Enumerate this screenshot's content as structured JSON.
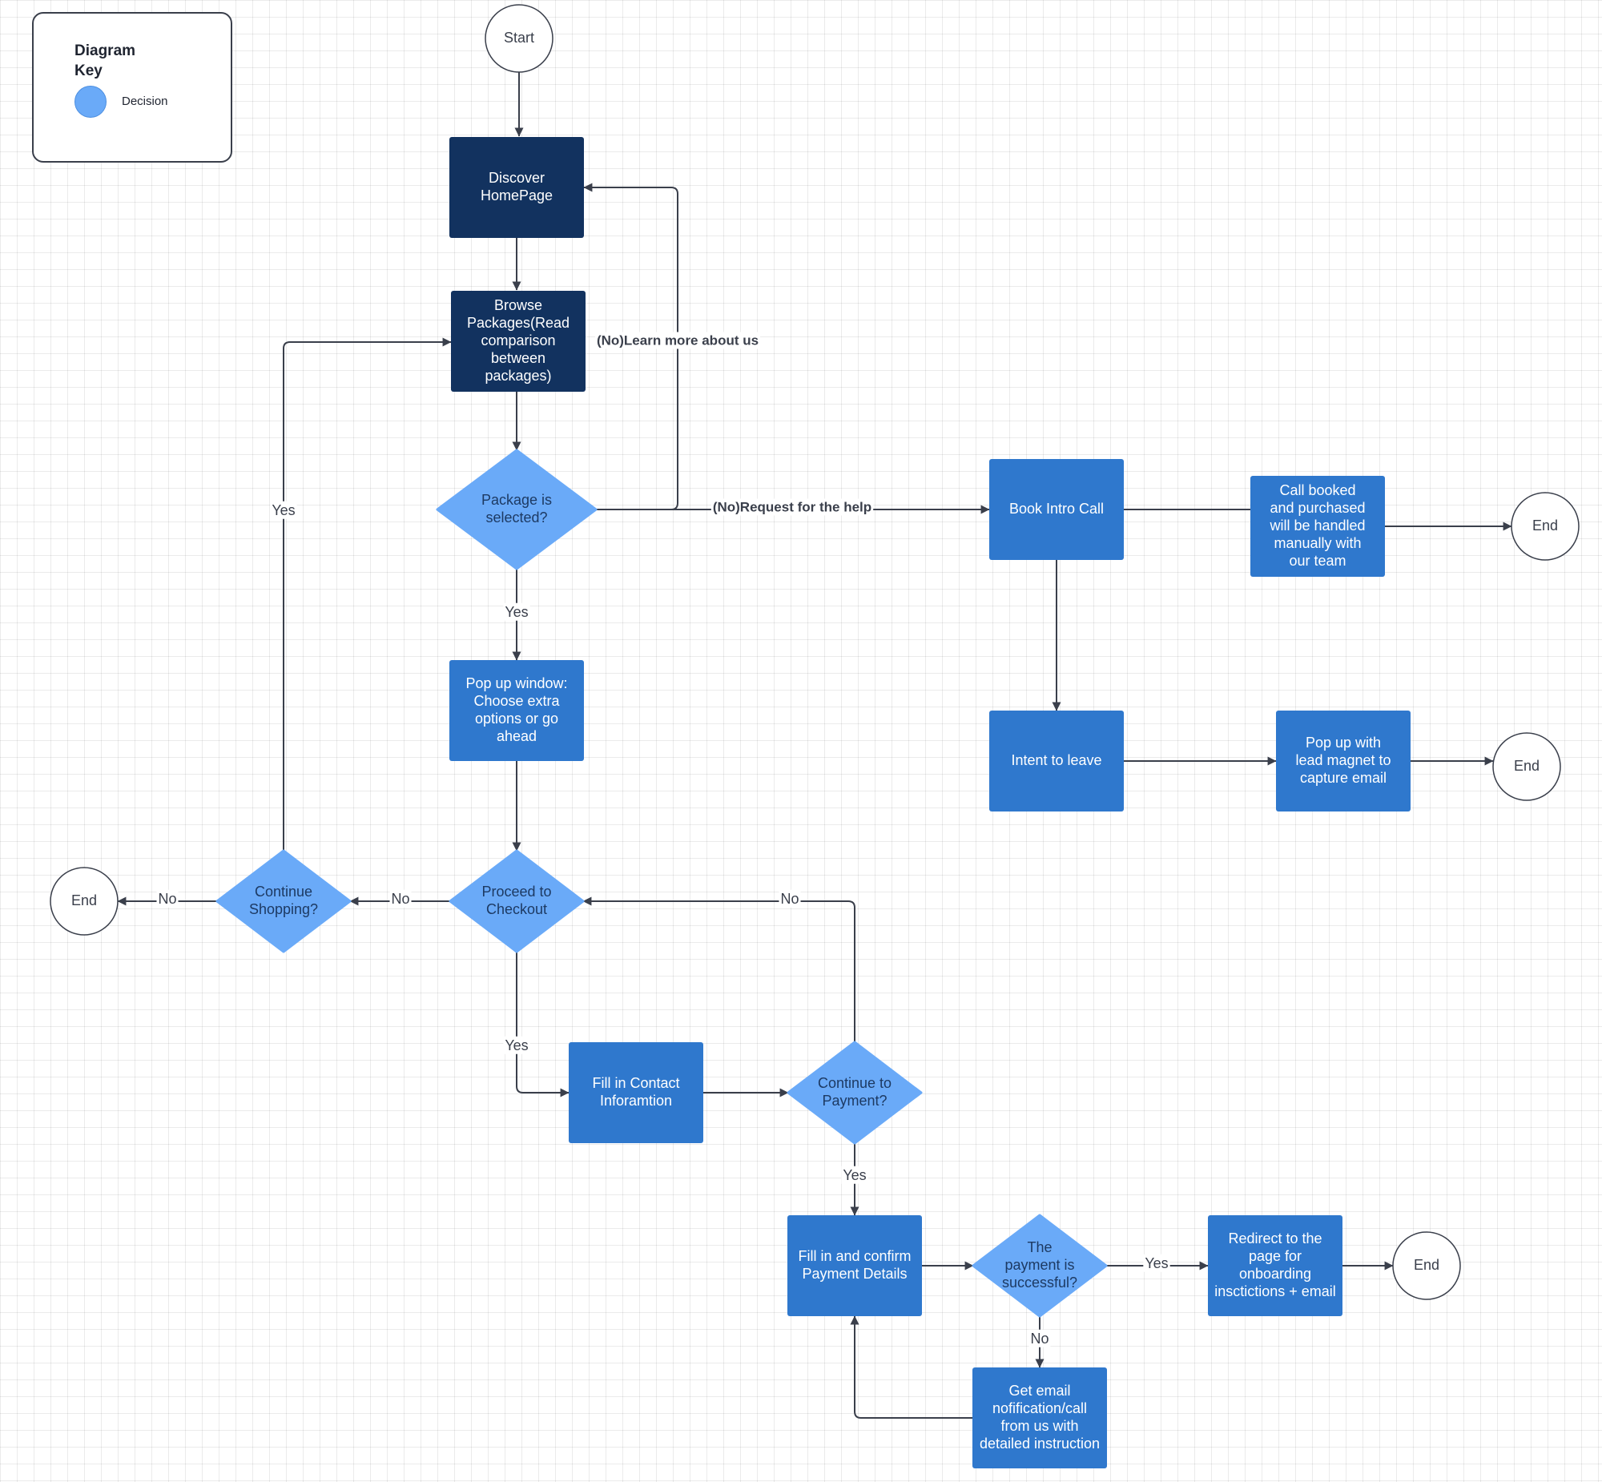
{
  "legend": {
    "title": "Diagram Key",
    "items": [
      {
        "label": "Decision",
        "color": "#6aaaf8"
      }
    ]
  },
  "colors": {
    "dark_process": "#12325f",
    "process": "#2f78cd",
    "decision": "#6aaaf8",
    "terminal_border": "#3a3f4b",
    "connector": "#3a3f4b"
  },
  "nodes": {
    "start": {
      "shape": "terminal",
      "label": "Start"
    },
    "discover": {
      "shape": "dark-process",
      "label": "Discover HomePage"
    },
    "browse": {
      "shape": "dark-process",
      "label": "Browse Packages(Read comparison between packages)"
    },
    "package_selected": {
      "shape": "decision",
      "label": "Package is selected?"
    },
    "popup_options": {
      "shape": "process",
      "label": "Pop up window: Choose extra options or go ahead"
    },
    "proceed_checkout": {
      "shape": "decision",
      "label": "Proceed to Checkout"
    },
    "continue_shopping": {
      "shape": "decision",
      "label": "Continue Shopping?"
    },
    "end_left": {
      "shape": "terminal",
      "label": "End"
    },
    "fill_contact": {
      "shape": "process",
      "label": "Fill in Contact Inforamtion"
    },
    "continue_payment": {
      "shape": "decision",
      "label": "Continue to Payment?"
    },
    "fill_payment": {
      "shape": "process",
      "label": "Fill in and confirm Payment Details"
    },
    "payment_success": {
      "shape": "decision",
      "label": "The payment is successful?"
    },
    "redirect_onboarding": {
      "shape": "process",
      "label": "Redirect to the page for onboarding insctictions + email"
    },
    "end_payment": {
      "shape": "terminal",
      "label": "End"
    },
    "email_notification": {
      "shape": "process",
      "label": "Get email nofification/call from us with detailed instruction"
    },
    "book_intro": {
      "shape": "process",
      "label": "Book Intro Call"
    },
    "call_booked": {
      "shape": "process",
      "label": "Call booked and purchased will be handled manually with our team"
    },
    "end_call": {
      "shape": "terminal",
      "label": "End"
    },
    "intent_leave": {
      "shape": "process",
      "label": "Intent to leave"
    },
    "lead_magnet": {
      "shape": "process",
      "label": "Pop up with lead magnet to capture email"
    },
    "end_lead": {
      "shape": "terminal",
      "label": "End"
    }
  },
  "edges": [
    {
      "from": "start",
      "to": "discover",
      "label": ""
    },
    {
      "from": "discover",
      "to": "browse",
      "label": ""
    },
    {
      "from": "browse",
      "to": "package_selected",
      "label": ""
    },
    {
      "from": "package_selected",
      "to": "discover",
      "label": "(No)Learn more about us"
    },
    {
      "from": "package_selected",
      "to": "book_intro",
      "label": "(No)Request for the help"
    },
    {
      "from": "package_selected",
      "to": "popup_options",
      "label": "Yes"
    },
    {
      "from": "popup_options",
      "to": "proceed_checkout",
      "label": ""
    },
    {
      "from": "proceed_checkout",
      "to": "continue_shopping",
      "label": "No"
    },
    {
      "from": "continue_shopping",
      "to": "end_left",
      "label": "No"
    },
    {
      "from": "continue_shopping",
      "to": "browse",
      "label": "Yes"
    },
    {
      "from": "proceed_checkout",
      "to": "fill_contact",
      "label": "Yes"
    },
    {
      "from": "fill_contact",
      "to": "continue_payment",
      "label": ""
    },
    {
      "from": "continue_payment",
      "to": "proceed_checkout",
      "label": "No"
    },
    {
      "from": "continue_payment",
      "to": "fill_payment",
      "label": "Yes"
    },
    {
      "from": "fill_payment",
      "to": "payment_success",
      "label": ""
    },
    {
      "from": "payment_success",
      "to": "redirect_onboarding",
      "label": "Yes"
    },
    {
      "from": "redirect_onboarding",
      "to": "end_payment",
      "label": ""
    },
    {
      "from": "payment_success",
      "to": "email_notification",
      "label": "No"
    },
    {
      "from": "email_notification",
      "to": "fill_payment",
      "label": ""
    },
    {
      "from": "book_intro",
      "to": "call_booked",
      "label": ""
    },
    {
      "from": "call_booked",
      "to": "end_call",
      "label": ""
    },
    {
      "from": "book_intro",
      "to": "intent_leave",
      "label": ""
    },
    {
      "from": "intent_leave",
      "to": "lead_magnet",
      "label": ""
    },
    {
      "from": "lead_magnet",
      "to": "end_lead",
      "label": ""
    }
  ]
}
